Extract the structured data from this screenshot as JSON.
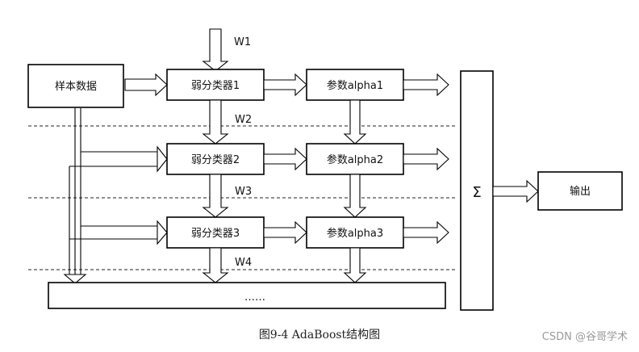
{
  "diagram": {
    "sample_box": "样本数据",
    "classifiers": [
      "弱分类器1",
      "弱分类器2",
      "弱分类器3"
    ],
    "params": [
      "参数alpha1",
      "参数alpha2",
      "参数alpha3"
    ],
    "weights": [
      "W1",
      "W2",
      "W3",
      "W4"
    ],
    "sum_symbol": "Σ",
    "output_box": "输出",
    "ellipsis": "……"
  },
  "caption": "图9-4 AdaBoost结构图",
  "watermark": "CSDN @谷哥学术"
}
